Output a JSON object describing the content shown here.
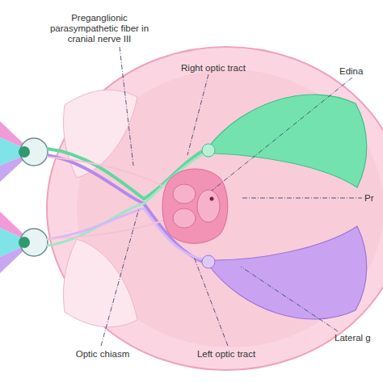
{
  "diagram": {
    "labels": [
      "Preganglionic parasympathetic fiber in cranial nerve III",
      "Right optic tract",
      "Edina",
      "Pr",
      "Lateral g",
      "Optic chiasm",
      "Left optic tract"
    ]
  }
}
